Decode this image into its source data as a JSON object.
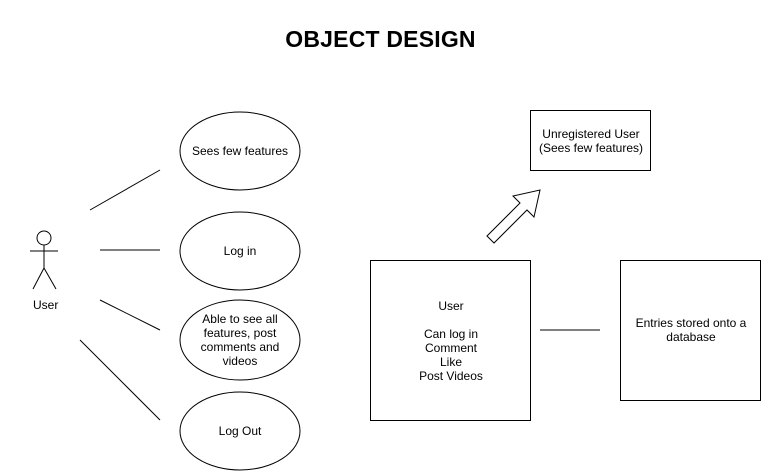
{
  "title": "OBJECT DESIGN",
  "actor": {
    "label": "User"
  },
  "use_cases": [
    {
      "label": "Sees few features"
    },
    {
      "label": "Log in"
    },
    {
      "label": "Able to see all\nfeatures, post\ncomments and\nvideos"
    },
    {
      "label": "Log Out"
    }
  ],
  "boxes": {
    "unregistered": {
      "label": "Unregistered User\n(Sees few features)"
    },
    "user": {
      "label": "User\n\nCan log in\nComment\nLike\nPost Videos"
    },
    "database": {
      "label": "Entries stored onto a\ndatabase"
    }
  },
  "colors": {
    "stroke": "#000000",
    "fill": "#ffffff"
  }
}
